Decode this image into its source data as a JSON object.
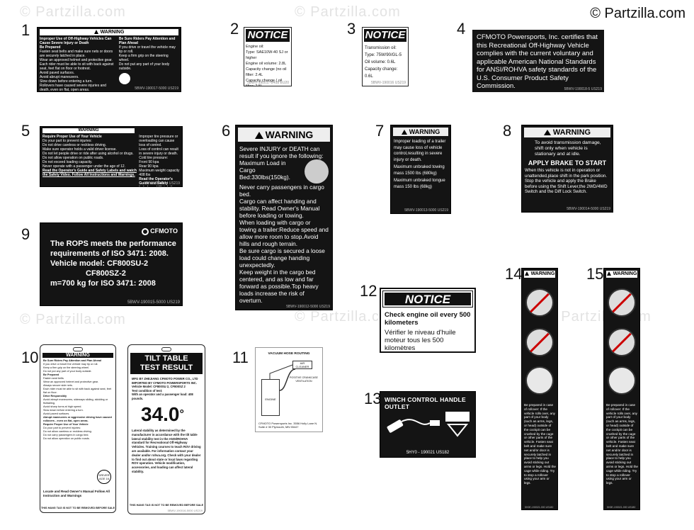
{
  "brand": "© Partzilla.com",
  "watermark": "© Partzilla.com",
  "numbers": [
    "1",
    "2",
    "3",
    "4",
    "5",
    "6",
    "7",
    "8",
    "9",
    "10",
    "11",
    "12",
    "13",
    "14",
    "15"
  ],
  "label1": {
    "header": "WARNING",
    "col1_title": "Improper Use of Off-Highway Vehicles Can Cause Severe Injury or Death",
    "col1_sub": "Be Prepared",
    "col1_lines": [
      "Fasten seat belts and make sure nets or doors are securely latched in place.",
      "Wear an approved helmet and protective gear.",
      "Each rider must be able to sit with back against seat, feet flat on floor or footrest.",
      "Avoid paved surfaces.",
      "Avoid abrupt maneuvers.",
      "Slow down before entering a turn.",
      "Rollovers have caused severe injuries and death, even on flat, open areas."
    ],
    "col2_title": "Be Sure Riders Pay Attention and Plan Ahead",
    "col2_lines": [
      "If you drive or travel the vehicle may tip or roll.",
      "Keep a firm grip on the steering wheel.",
      "Do not put any part of your body outside."
    ],
    "code": "5BWV-190017-5000 US219"
  },
  "label2": {
    "title": "NOTICE",
    "lines": [
      "Engine oil:",
      "Type: SAE10W-40 SJ or higher",
      "Engine oil volume: 2.8L",
      "Capacity change (no oil filter: 2.4L",
      "Capacity change ( oil filter: 2.5L"
    ],
    "code": "5BWV-190017-2418 EU20"
  },
  "label3": {
    "title": "NOTICE",
    "lines": [
      "Transmission oil:",
      "Type: 75W/90/GL-5",
      "Oil volume: 0.6L",
      "Capacity change: 0.6L"
    ],
    "code": "5BWV-190016 US219"
  },
  "label4": {
    "text": "CFMOTO Powersports, Inc. certifies that this Recreational Off-Highway Vehicle complies with the current voluntary and applicable American National Standards for ANSI/ROHVA safety standards of the U.S. Consumer Product Safety Commission.",
    "code": "5BWV-190018-5 US219"
  },
  "label5": {
    "header": "WARNING",
    "title": "Require Proper Use of Your Vehicle",
    "lines": [
      "Do your part to prevent injuries:",
      "Do not drive careless or reckless driving.",
      "Make sure operator holds a valid driver license.",
      "Do not let people drive or ride after using alcohol or drugs.",
      "Do not allow operation on public roads.",
      "Do not exceed loading capacity.",
      "Never operate with a passenger under the age of 12."
    ],
    "footer": "Read the Operator's Guide and Safety Labels and watch the Safety Video. Follow All Instructions and Warnings.",
    "right_lines": [
      "Improper tire pressure or overloading can cause loss of control.",
      "Loss of control can result in severe injury or death.",
      "Cold tire pressure:",
      "Front 90 kpa",
      "Rear 90 kpa",
      "Maximum weight capacity 408 lbs"
    ],
    "right_foot": "Read the Operator's Guide and Safety Labels and Watch the Safety Video. Follow All Instructions and Warnings.",
    "code": "5BWV-190014 US219"
  },
  "label6": {
    "header": "WARNING",
    "lines": [
      "Severe INJURY or DEATH can result if you ignore the following:",
      "Maximum Load in Cargo Bed:330lbs(150kg).",
      "Never carry passengers in cargo bed.",
      "Cargo can affect handing and stability. Read Owner's Manual before loading or towing.",
      "When loading with cargo or towing a trailer:Reduce speed and allow more room to stop.Avoid hills and rough terrain.",
      "Be sure cargo is secured a loose load could change handing unexpectedly.",
      "Keep weight in the cargo bed centered, and as low and far forward as possible.Top heavy loads increase the risk of overturn."
    ],
    "code": "5BWV-190012-5000 US219"
  },
  "label7": {
    "header": "WARNING",
    "lines": [
      "Improper loading of a trailer may cause loss of vehicle control,resulting in severe injury or death.",
      "Maximum unbraked towing mass 1500 lbs (680kg)",
      "Maximum unbraked tongue mass 150 lbs (68kg)"
    ],
    "code": "5BWV-190013-5000 US219"
  },
  "label8": {
    "header": "WARNING",
    "lines": [
      "To avoid transmission damage, shift only when vehicle is stationary and at idle."
    ],
    "apply": "APPLY BRAKE TO START",
    "bullets": [
      "When this vehicle is not in operation or unattended,place shift in the park position.",
      "Stop the vehicle and apply the Brake before using the Shift Lever,the 2WD/4WD Switch and the Diff Lock Switch."
    ],
    "code": "5BWV-190014-5000 US219"
  },
  "label9": {
    "logo": "CFMOTO",
    "lines": [
      "The ROPS meets the performance",
      "requirements of ISO 3471: 2008.",
      "Vehicle model: CF800SU-2",
      "CF800SZ-2",
      "m=700 kg for ISO 3471: 2008"
    ],
    "code": "5BWV-190015-5000 US219"
  },
  "label10a": {
    "header": "WARNING",
    "intro": "Be Sure Riders Pay Attention and Plan Ahead",
    "lines": [
      "If you drive or travel the vehicle may tip or roll.",
      "Keep a firm grip on the steering wheel.",
      "Do not put any part of your body outside.",
      "Be Prepared",
      "Fasten seat belts",
      "Wear an approved helmet and protective gear.",
      "Always secure side nets.",
      "Each rider must be able to sit with back against seat, feet flat on floor.",
      "Drive Responsibly",
      "Avoid abrupt maneuvers, sideways sliding, skidding or fishtailing.",
      "Avoid sharp turns at high speed.",
      "Slow down before entering a turn.",
      "Avoid paved surfaces.",
      "Abrupt maneuvers or aggressive driving have caused rollovers - even on flat, open areas.",
      "Require Proper Use of Your Vehicle",
      "Do your part to prevent injuries:",
      "Do not allow careless or reckless driving.",
      "Do not carry passengers in cargo bed.",
      "Do not allow operation on public roads."
    ],
    "badge": "DRIVER AGE 16",
    "footer": "Locate and Read Owner's Manual Follow All Instruction and Warnings",
    "bottom": "THIS HANG TAG IS NOT TO BE REMOVED BEFORE SALE"
  },
  "label10b": {
    "title1": "TILT TABLE",
    "title2": "TEST RESULT",
    "mfr": "MFG BY ZHEJIANG CFMOTO POWER CO., LTD IMPORTED BY CFMOTO POWERSPORTS INC.",
    "model": "Vehicle Model: CF800SU 2, CF800SZ 2",
    "cond": "Test condition of test:",
    "cond2": "With an operator and a passenger load: 408 pounds.",
    "value": "34.0",
    "degree": "°",
    "text": "Lateral stability as determined by the manufacturer in accordance with the tilt table lateral stability test in the ANSI/ROHVA standard for Recreational Off-Highway Vehicles. Training courses to teach ROV driving are available. For information contact your dealer and/or rohva.org. Check with your dealer to find out about state or local laws regarding ROV operation. Vehicle modification, accessories, and loading can affect lateral stability.",
    "bottom": "THIS HANG TAG IS NOT TO BE REMOVED BEFORE SALE",
    "code": "5BWV-190016-5000 US219"
  },
  "label11": {
    "title": "VACUUM HOSE ROUTING",
    "air": "AIR CLEANER",
    "pcv": "POSITIVE CRANKCASE VENTILATION",
    "engine": "ENGINE",
    "footer": "CFMOTO Powersports Inc. 3556 Holly Lane N. Suite # 30 Plymouth, MN 55447"
  },
  "label12": {
    "title": "NOTICE",
    "en": "Check engine oil every 500 kilometers",
    "fr": "Vérifier le niveau d'huile moteur tous les 500 kilomètres"
  },
  "label13": {
    "title": "WINCH CONTROL HANDLE OUTLET",
    "code": "5HY0 - 190021 US182"
  },
  "label14": {
    "header": "WARNING",
    "text": "Be prepared in case of rollover: If the vehicle rolls over, any part of your body (such as arms, legs, or head) outside of the cockpit can be crushed by the cage or other parts of the vehicle. Fasten seat belt and make sure net and/or door is securely latched in place to help you avoid sticking out arms or legs. Hold the cage while riding. Try to stop a rollover using your arm or legs.",
    "code": "5H0E-190021-000 US180"
  },
  "label15": {
    "header": "WARNING",
    "text": "Be prepared in case of rollover: If the vehicle rolls over, any part of your body (such as arms, legs, or head) outside of the cockpit can be crushed by the cage or other parts of the vehicle. Fasten seat belt and make sure net and/or door is securely latched in place to help you avoid sticking out arms or legs. Hold the cage while riding. Try to stop a rollover using your arm or legs.",
    "code": "5H0E-190021-000 US180"
  }
}
